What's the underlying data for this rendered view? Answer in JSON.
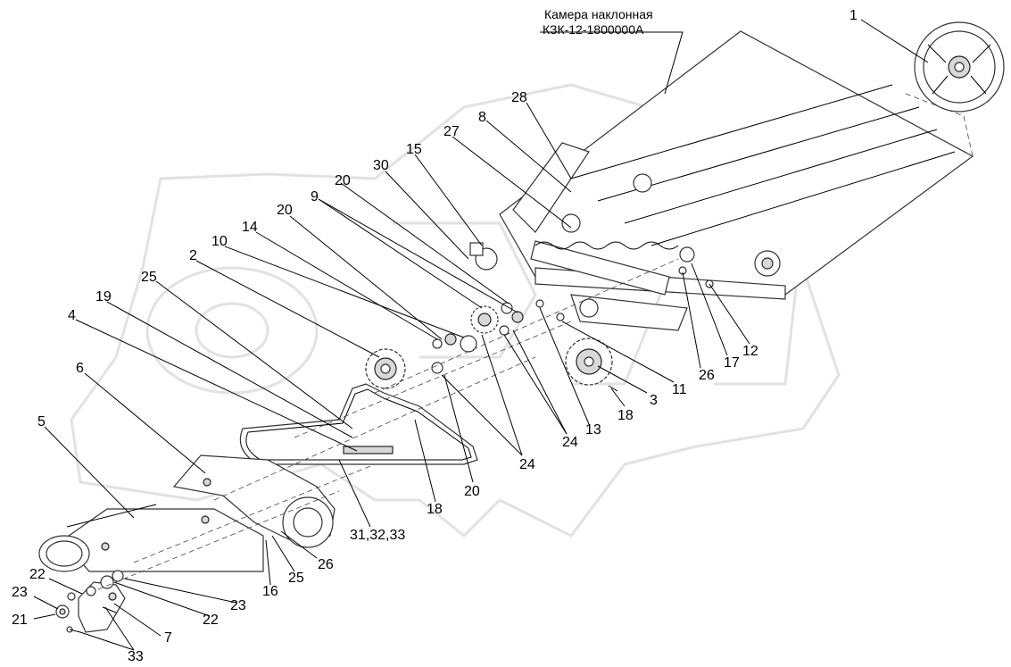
{
  "assembly_caption": {
    "line1": "Камера наклонная",
    "line2": "КЗК-12-1800000А"
  },
  "callouts": [
    "1",
    "28",
    "8",
    "27",
    "15",
    "30",
    "20",
    "9",
    "20",
    "14",
    "10",
    "2",
    "25",
    "19",
    "4",
    "6",
    "5",
    "22",
    "23",
    "21",
    "7",
    "33",
    "22",
    "23",
    "16",
    "25",
    "26",
    "31,32,33",
    "18",
    "20",
    "24",
    "24",
    "13",
    "18",
    "3",
    "11",
    "26",
    "17",
    "12"
  ]
}
